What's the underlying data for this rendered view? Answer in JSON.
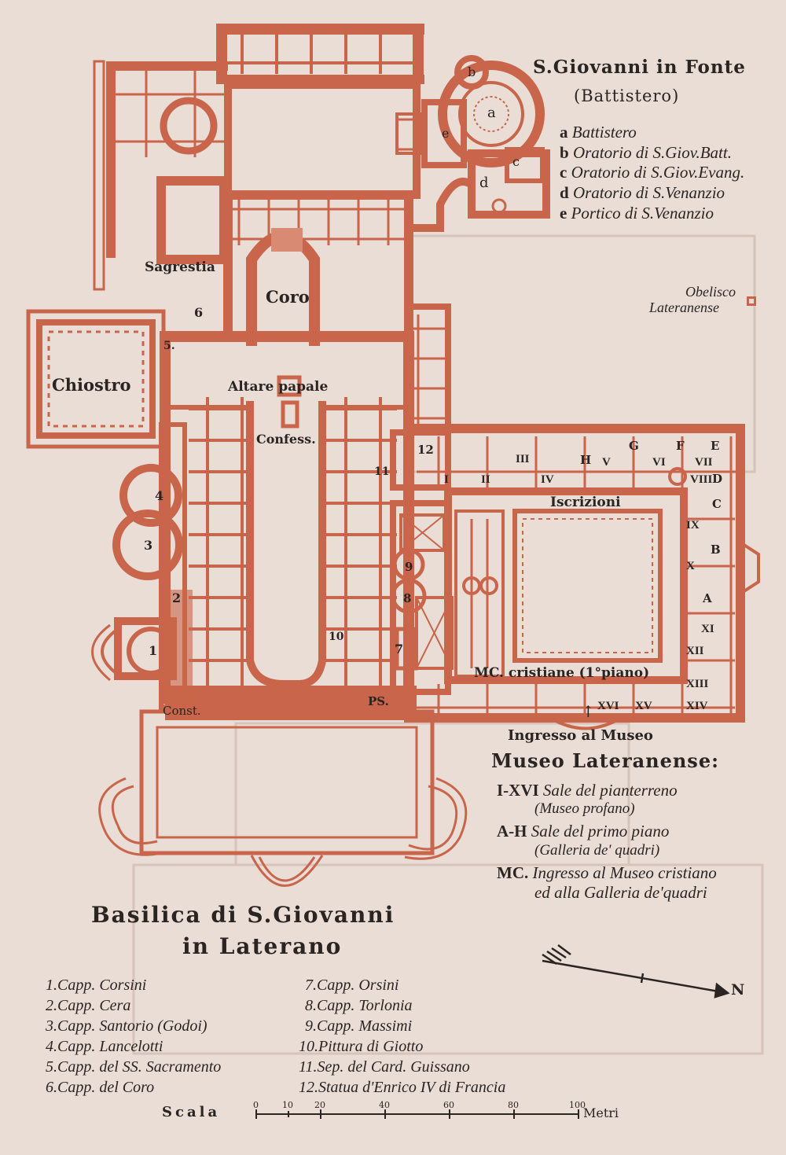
{
  "map": {
    "title_line1": "Basilica di S.Giovanni",
    "title_line2": "in Laterano",
    "colors": {
      "paper": "#e9ddd6",
      "walls": "#c9654a",
      "wall_fill": "#d98a72",
      "ink": "#2a2422"
    },
    "baptistery": {
      "title": "S.Giovanni in Fonte",
      "subtitle": "(Battistero)",
      "items": [
        {
          "key": "a",
          "text": "Battistero"
        },
        {
          "key": "b",
          "text": "Oratorio di S.Giov.Batt."
        },
        {
          "key": "c",
          "text": "Oratorio di S.Giov.Evang."
        },
        {
          "key": "d",
          "text": "Oratorio di S.Venanzio"
        },
        {
          "key": "e",
          "text": "Portico di S.Venanzio"
        }
      ]
    },
    "obelisk": {
      "line1": "Obelisco",
      "line2": "Lateranense"
    },
    "plan_labels": {
      "sagrestia": "Sagrestia",
      "coro": "Coro",
      "chiostro": "Chiostro",
      "altare": "Altare papale",
      "confess": "Confess.",
      "iscrizioni": "Iscrizioni",
      "mc": "MC. cristiane (1°piano)",
      "const": "Const.",
      "ps": "PS.",
      "ingresso": "Ingresso al Museo",
      "num": [
        "1",
        "2",
        "3",
        "4",
        "5.",
        "6",
        "7",
        "8",
        "9",
        "10",
        "11",
        "12"
      ],
      "letters": [
        "a",
        "b",
        "c",
        "d",
        "e"
      ],
      "roman": [
        "I",
        "II",
        "III",
        "IV",
        "V",
        "VI",
        "VII",
        "VIII",
        "IX",
        "X",
        "XI",
        "XII",
        "XIII",
        "XIV",
        "XV",
        "XVI"
      ],
      "upper": [
        "A",
        "B",
        "C",
        "D",
        "E",
        "F",
        "G",
        "H"
      ]
    },
    "museo": {
      "title": "Museo Lateranense:",
      "rows": [
        {
          "key": "I-XVI",
          "text": "Sale del pianterreno"
        },
        {
          "key": "",
          "text": "(Museo profano)"
        },
        {
          "key": "A-H",
          "text": "Sale del primo piano"
        },
        {
          "key": "",
          "text": "(Galleria de' quadri)"
        },
        {
          "key": "MC.",
          "text": "Ingresso al Museo cristiano"
        },
        {
          "key": "",
          "text": "ed alla Galleria de'quadri"
        }
      ]
    },
    "chapels_left": [
      "1.Capp. Corsini",
      "2.Capp. Cera",
      "3.Capp. Santorio (Godoi)",
      "4.Capp. Lancelotti",
      "5.Capp. del SS. Sacramento",
      "6.Capp. del Coro"
    ],
    "chapels_right": [
      "7.Capp. Orsini",
      "8.Capp. Torlonia",
      "9.Capp. Massimi",
      "10.Pittura di Giotto",
      "11.Sep. del Card. Guissano",
      "12.Statua d'Enrico IV di Francia"
    ],
    "north": "N",
    "scale": {
      "label": "Scala",
      "ticks": [
        "0",
        "10",
        "20",
        "40",
        "60",
        "80",
        "100"
      ],
      "unit": "Metri"
    }
  }
}
